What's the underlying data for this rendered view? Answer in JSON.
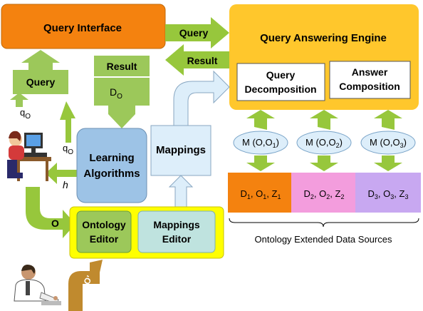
{
  "colors": {
    "orange": "#F4820F",
    "gold": "#FFC72C",
    "green_arrow": "#97C73C",
    "green_box": "#9CC85A",
    "green_dark": "#6EA21E",
    "blue_box": "#9DC3E6",
    "light_blue": "#DDEEFA",
    "yellow_box": "#FFFF00",
    "teal_box": "#BFE3DF",
    "pink": "#F39DDD",
    "lavender": "#C8A8F1",
    "brown_arrow": "#C08A2E"
  },
  "icons": {
    "user_top": "person-at-computer-icon",
    "user_bottom": "person-writing-icon"
  },
  "labels": {
    "query_interface": "Query Interface",
    "query_answering_engine": "Query Answering Engine",
    "query_to_engine": "Query",
    "result_from_engine": "Result",
    "result_down": "Result",
    "d0_base": "D",
    "d0_sub": "O",
    "query_up": "Query",
    "q0_left_base": "q",
    "q0_left_sub": "O",
    "q0_mid_base": "q",
    "q0_mid_sub": "O",
    "h": "h",
    "o": "O",
    "o_prime": "O'",
    "learning_line1": "Learning",
    "learning_line2": "Algorithms",
    "mappings": "Mappings",
    "query_decomp_line1": "Query",
    "query_decomp_line2": "Decomposition",
    "answer_comp_line1": "Answer",
    "answer_comp_line2": "Composition",
    "ontology_editor_line1": "Ontology",
    "ontology_editor_line2": "Editor",
    "mappings_editor_line1": "Mappings",
    "mappings_editor_line2": "Editor",
    "footer": "Ontology Extended Data Sources"
  },
  "mappings_ovals": [
    {
      "prefix": "M (O,O",
      "sub": "1",
      "suffix": ")"
    },
    {
      "prefix": "M (O,O",
      "sub": "2",
      "suffix": ")"
    },
    {
      "prefix": "M (O,O",
      "sub": "3",
      "suffix": ")"
    }
  ],
  "data_sources": [
    {
      "d": "D",
      "d_sub": "1",
      "o": "O",
      "o_sub": "1",
      "z": "Z",
      "z_sub": "1"
    },
    {
      "d": "D",
      "d_sub": "2",
      "o": "O",
      "o_sub": "2",
      "z": "Z",
      "z_sub": "2"
    },
    {
      "d": "D",
      "d_sub": "3",
      "o": "O",
      "o_sub": "3",
      "z": "Z",
      "z_sub": "3"
    }
  ]
}
